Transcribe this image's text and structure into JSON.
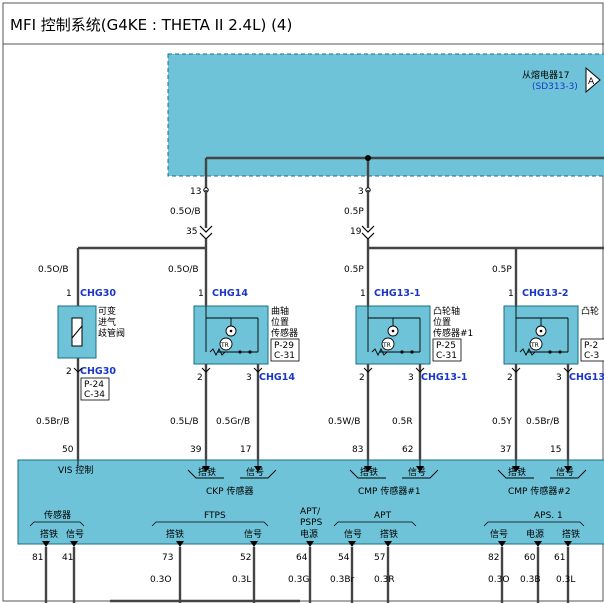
{
  "title": "MFI 控制系统(G4KE : THETA II 2.4L) (4)",
  "top_module": {
    "label": "从熔电器17",
    "ref": "(SD313-3)",
    "arrow_letter": "A"
  },
  "upper_pins": [
    "13",
    "3"
  ],
  "upper_wires": [
    "0.5O/B",
    "0.5P"
  ],
  "splice_pins": [
    "35",
    "19"
  ],
  "branch_wires": [
    "0.5O/B",
    "0.5O/B",
    "0.5P",
    "0.5P"
  ],
  "sensors": [
    {
      "pin_top": "1",
      "conn_top": "CHG30",
      "lines": [
        "可变",
        "进气",
        "歧管阀"
      ],
      "pin_bottom": "2",
      "conn_bottom": "CHG30",
      "refs": [
        "P-24",
        "C-34"
      ]
    },
    {
      "pin_top": "1",
      "conn_top": "CHG14",
      "lines": [
        "曲轴",
        "位置",
        "传感器"
      ],
      "refs": [
        "P-29",
        "C-31"
      ],
      "pins_bottom": [
        "2",
        "3"
      ],
      "conn_bottom": "CHG14",
      "tr": "TR"
    },
    {
      "pin_top": "1",
      "conn_top": "CHG13-1",
      "lines": [
        "凸轮轴",
        "位置",
        "传感器#1"
      ],
      "refs": [
        "P-25",
        "C-31"
      ],
      "pins_bottom": [
        "2",
        "3"
      ],
      "conn_bottom": "CHG13-1",
      "tr": "TR"
    },
    {
      "pin_top": "1",
      "conn_top": "CHG13-2",
      "lines": [
        "凸轮"
      ],
      "refs": [
        "P-2",
        "C-3"
      ],
      "pins_bottom": [
        "2",
        "3"
      ],
      "conn_bottom": "CHG13",
      "tr": "TR"
    }
  ],
  "lower_wires": [
    "0.5Br/B",
    "0.5L/B",
    "0.5Gr/B",
    "0.5W/B",
    "0.5R",
    "0.5Y",
    "0.5Br/B"
  ],
  "ecm_top_pins": [
    "50",
    "39",
    "17",
    "83",
    "62",
    "37",
    "15"
  ],
  "ecm_labels": {
    "vis": "VIS 控制",
    "ckp_gnd": "搭铁",
    "ckp_sig": "信号",
    "ckp": "CKP 传感器",
    "cmp1_gnd": "搭铁",
    "cmp1_sig": "信号",
    "cmp1": "CMP 传感器#1",
    "cmp2_gnd": "搭铁",
    "cmp2_sig": "信号",
    "cmp2": "CMP 传感器#2",
    "sensor": "传感器",
    "s_gnd": "搭铁",
    "s_sig": "信号",
    "ftps": "FTPS",
    "f_gnd": "搭铁",
    "f_sig": "信号",
    "apt_psps": "APT/",
    "apt_psps2": "PSPS",
    "power": "电源",
    "apt": "APT",
    "a_sig": "信号",
    "a_gnd": "搭铁",
    "aps": "APS. 1",
    "p_sig": "信号",
    "p_pow": "电源",
    "p_gnd": "搭铁"
  },
  "ecm_bottom_pins": [
    "81",
    "41",
    "73",
    "52",
    "64",
    "54",
    "57",
    "82",
    "60",
    "61"
  ],
  "bottom_wires": [
    "0.3O",
    "0.3L",
    "0.3G",
    "0.3Br",
    "0.3R",
    "0.3O",
    "0.3B",
    "0.3L"
  ],
  "colors": {
    "module_fill": "#6fc3d8",
    "module_stroke": "#1a6f86",
    "conn_text": "#1a36c8"
  }
}
